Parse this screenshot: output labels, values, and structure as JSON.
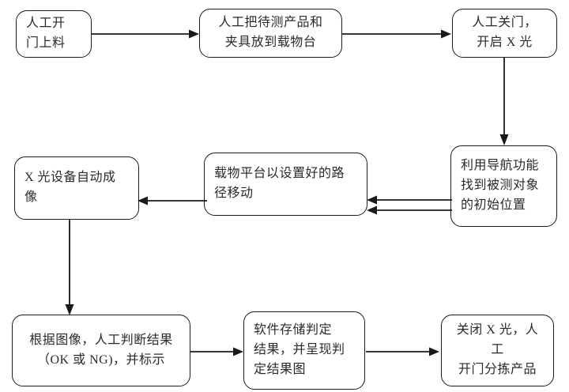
{
  "diagram": {
    "title": "X-ray inspection manual workflow flowchart",
    "background_color": "#ffffff",
    "stroke_color": "#1a1a1a",
    "text_color": "#2a2a2a",
    "nodes": [
      {
        "id": "n1",
        "label": "人工开\n门上料"
      },
      {
        "id": "n2",
        "label": "人工把待测产品和\n夹具放到载物台"
      },
      {
        "id": "n3",
        "label": "人工关门，\n开启 X 光"
      },
      {
        "id": "n4",
        "label": "X 光设备自动成\n像"
      },
      {
        "id": "n5",
        "label": "载物平台以设置好的路\n径移动"
      },
      {
        "id": "n6",
        "label": "利用导航功能\n找到被测对象\n的初始位置"
      },
      {
        "id": "n7",
        "label": "根据图像，人工判断结果\n（OK 或 NG)，并标示"
      },
      {
        "id": "n8",
        "label": "软件存储判定\n结果，并呈现判\n定结果图"
      },
      {
        "id": "n9",
        "label": "关闭 X 光，人工\n开门分拣产品"
      }
    ],
    "edges": [
      {
        "id": "e1",
        "from": "n1",
        "to": "n2",
        "direction": "right"
      },
      {
        "id": "e2",
        "from": "n2",
        "to": "n3",
        "direction": "right"
      },
      {
        "id": "e3",
        "from": "n3",
        "to": "n6",
        "direction": "down"
      },
      {
        "id": "e4",
        "from": "n6",
        "to": "n5",
        "direction": "left"
      },
      {
        "id": "e5",
        "from": "n6",
        "to": "n5",
        "direction": "left"
      },
      {
        "id": "e6",
        "from": "n5",
        "to": "n4",
        "direction": "left"
      },
      {
        "id": "e7",
        "from": "n4",
        "to": "n7",
        "direction": "down"
      },
      {
        "id": "e8",
        "from": "n7",
        "to": "n8",
        "direction": "right"
      },
      {
        "id": "e9",
        "from": "n8",
        "to": "n9",
        "direction": "right"
      }
    ]
  }
}
